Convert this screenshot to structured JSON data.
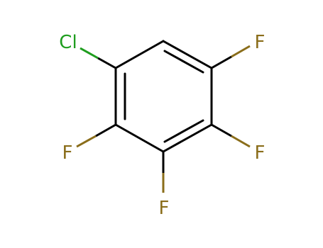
{
  "molecule": {
    "atoms": [
      {
        "id": "cl",
        "label": "Cl",
        "element": "Cl",
        "color": "#1f9d1f"
      },
      {
        "id": "f1",
        "label": "F",
        "element": "F",
        "color": "#8a6d1a"
      },
      {
        "id": "f2",
        "label": "F",
        "element": "F",
        "color": "#8a6d1a"
      },
      {
        "id": "f3",
        "label": "F",
        "element": "F",
        "color": "#8a6d1a"
      },
      {
        "id": "f4",
        "label": "F",
        "element": "F",
        "color": "#8a6d1a"
      }
    ],
    "bond_color": "#000000"
  }
}
